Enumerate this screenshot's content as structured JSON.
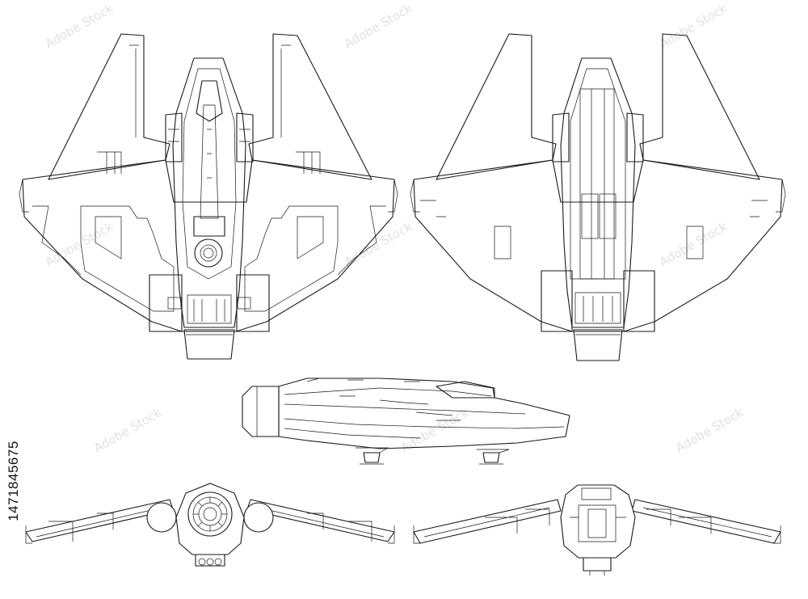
{
  "image": {
    "stock_id": "1471845675",
    "watermark_text": "Adobe Stock",
    "line_color": "#1a1a1a",
    "background": "#ffffff",
    "views": [
      {
        "name": "top-view"
      },
      {
        "name": "bottom-view"
      },
      {
        "name": "side-view"
      },
      {
        "name": "front-view"
      },
      {
        "name": "rear-view"
      }
    ]
  }
}
